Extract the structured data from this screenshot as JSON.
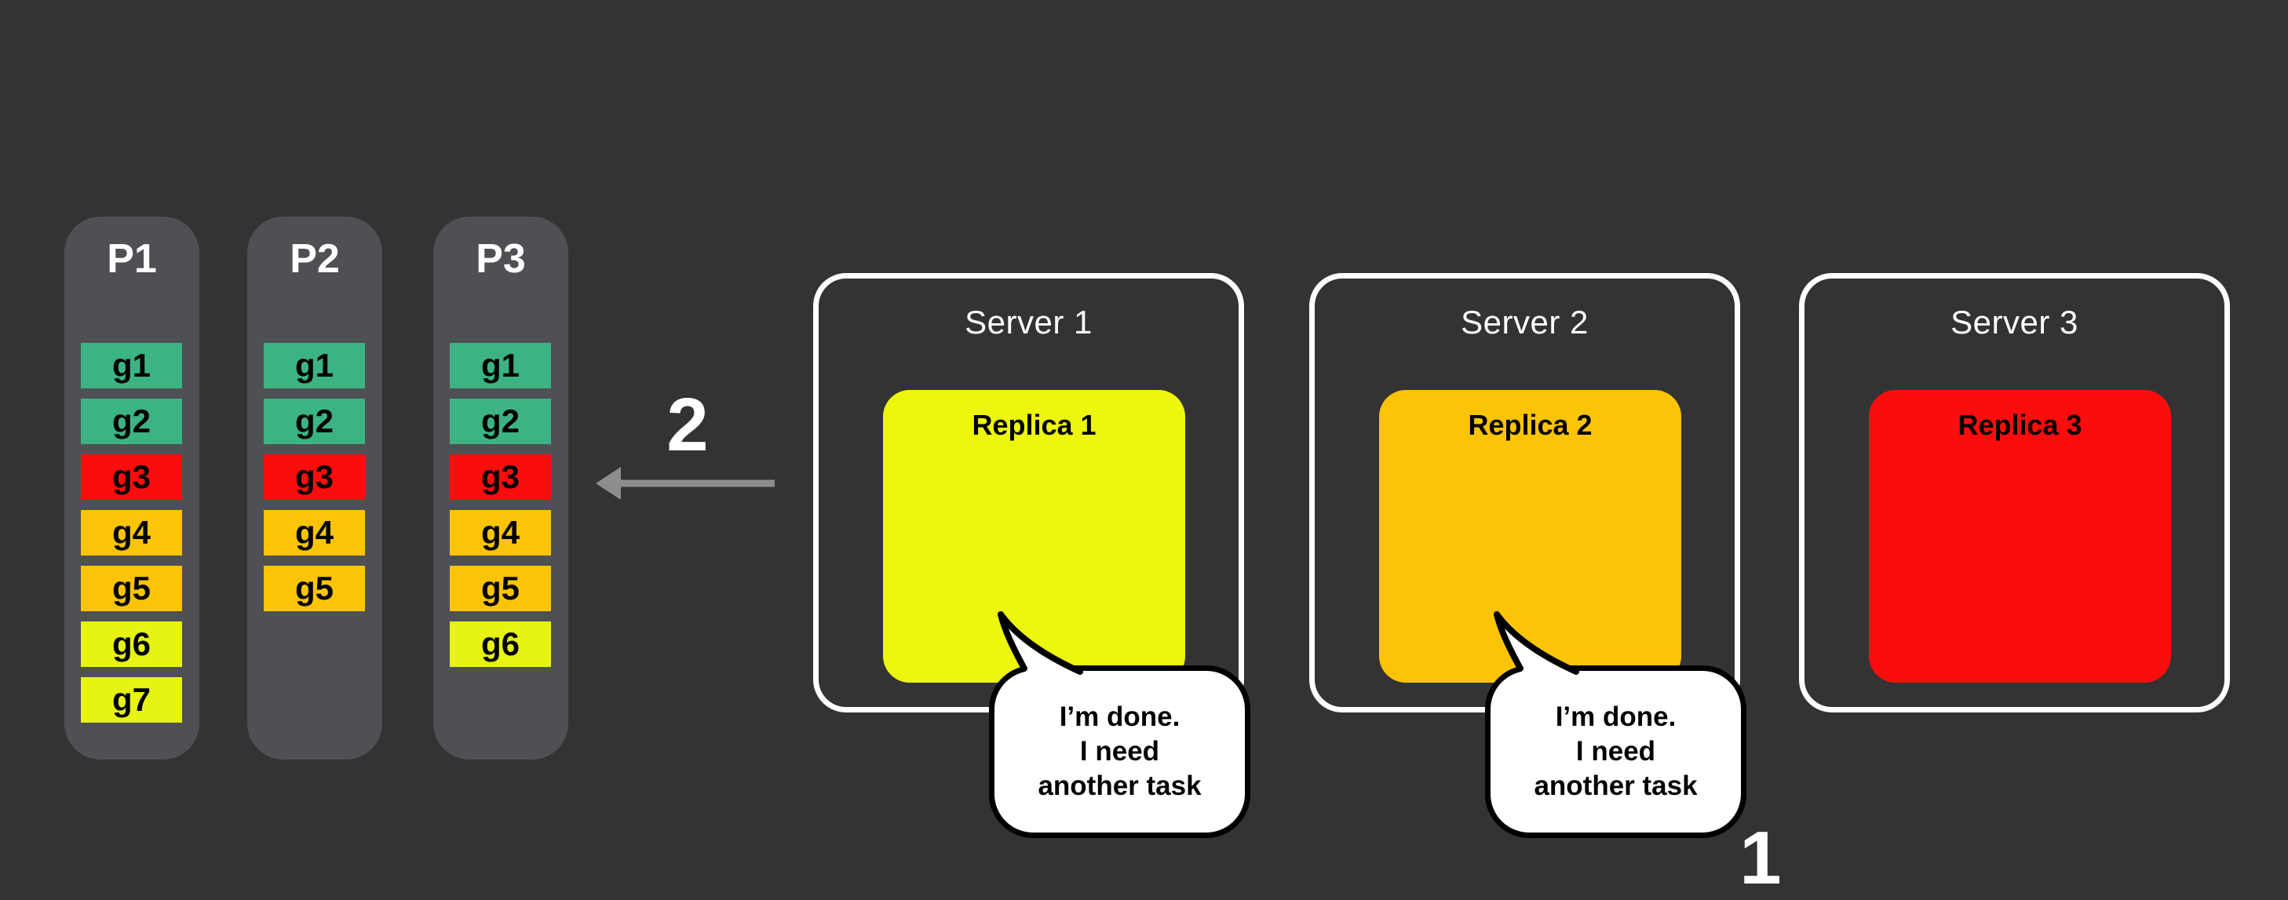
{
  "page": {
    "background": "#333333"
  },
  "partitions": [
    {
      "label": "P1",
      "tasks": [
        {
          "label": "g1",
          "color": "#3cb383"
        },
        {
          "label": "g2",
          "color": "#3cb383"
        },
        {
          "label": "g3",
          "color": "#fb0d0d"
        },
        {
          "label": "g4",
          "color": "#fcc406"
        },
        {
          "label": "g5",
          "color": "#fcc406"
        },
        {
          "label": "g6",
          "color": "#e6f313"
        },
        {
          "label": "g7",
          "color": "#e6f313"
        }
      ]
    },
    {
      "label": "P2",
      "tasks": [
        {
          "label": "g1",
          "color": "#3cb383"
        },
        {
          "label": "g2",
          "color": "#3cb383"
        },
        {
          "label": "g3",
          "color": "#fb0d0d"
        },
        {
          "label": "g4",
          "color": "#fcc406"
        },
        {
          "label": "g5",
          "color": "#fcc406"
        }
      ]
    },
    {
      "label": "P3",
      "tasks": [
        {
          "label": "g1",
          "color": "#3cb383"
        },
        {
          "label": "g2",
          "color": "#3cb383"
        },
        {
          "label": "g3",
          "color": "#fb0d0d"
        },
        {
          "label": "g4",
          "color": "#fcc406"
        },
        {
          "label": "g5",
          "color": "#fcc406"
        },
        {
          "label": "g6",
          "color": "#e6f313"
        }
      ]
    }
  ],
  "servers": [
    {
      "title": "Server 1",
      "replica_label": "Replica 1",
      "replica_color": "#edf60d",
      "has_bubble": true
    },
    {
      "title": "Server 2",
      "replica_label": "Replica 2",
      "replica_color": "#fcc406",
      "has_bubble": true
    },
    {
      "title": "Server 3",
      "replica_label": "Replica 3",
      "replica_color": "#fb0d0d",
      "has_bubble": false
    }
  ],
  "speech_bubble": {
    "lines": [
      "I’m done.",
      "I need",
      "another task"
    ]
  },
  "annotations": {
    "step_2_label": "2",
    "step_1_label": "1"
  },
  "arrow": {
    "color": "#8d8d8d",
    "direction": "left"
  }
}
